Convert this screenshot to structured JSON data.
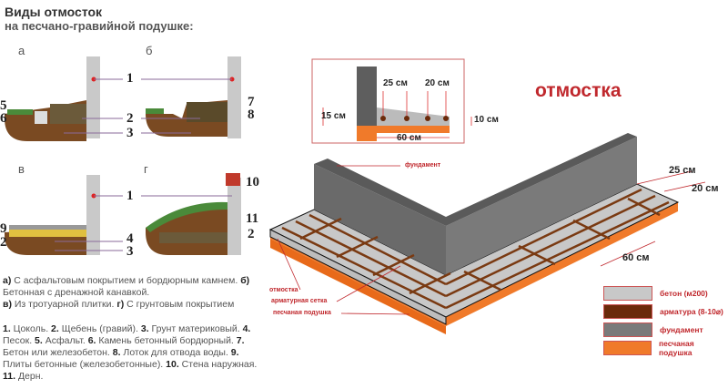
{
  "left": {
    "title_line1": "Виды отмосток",
    "title_line2": "на песчано-гравийной подушке:",
    "panels": {
      "a": "а",
      "b": "б",
      "v": "в",
      "g": "г"
    },
    "callouts": {
      "n1": "1",
      "n2": "2",
      "n3": "3",
      "n4": "4",
      "n5": "5",
      "n6": "6",
      "n7": "7",
      "n8": "8",
      "n9": "9",
      "n10": "10",
      "n11": "11"
    },
    "caption": [
      {
        "k": "а)",
        "t": " С асфальтовым покрытием и бордюрным камнем. "
      },
      {
        "k": "б)",
        "t": " Бетонная с дренажной канавкой."
      },
      {
        "k": "в)",
        "t": " Из тротуарной плитки. "
      },
      {
        "k": "г)",
        "t": " С грунтовым покрытием"
      }
    ],
    "legend": [
      {
        "k": "1.",
        "t": " Цоколь. "
      },
      {
        "k": "2.",
        "t": " Щебень (гравий). "
      },
      {
        "k": "3.",
        "t": " Грунт материковый. "
      },
      {
        "k": "4.",
        "t": " Песок. "
      },
      {
        "k": "5.",
        "t": " Асфальт. "
      },
      {
        "k": "6.",
        "t": " Камень бетонный бордюрный. "
      },
      {
        "k": "7.",
        "t": " Бетон или железобетон. "
      },
      {
        "k": "8.",
        "t": " Лоток для отвода воды. "
      },
      {
        "k": "9.",
        "t": " Плиты бетонные (железобетонные). "
      },
      {
        "k": "10.",
        "t": " Стена наружная. "
      },
      {
        "k": "11.",
        "t": " Дерн."
      }
    ]
  },
  "right": {
    "heading": "отмостка",
    "section": {
      "d25": "25 см",
      "d20": "20 см",
      "d15": "15 см",
      "d10": "10 см",
      "d60": "60 см"
    },
    "iso": {
      "d25": "25 см",
      "d20": "20 см",
      "d60": "60 см",
      "label_foundation": "фундамент",
      "label_otmostka": "отмостка",
      "label_mesh": "арматурная сетка",
      "label_sand": "песчаная подушка"
    },
    "legend": [
      {
        "label": "бетон (м200)",
        "color": "#c8c8c8"
      },
      {
        "label": "арматура (8-10⌀)",
        "color": "#6b2a0a"
      },
      {
        "label": "фундамент",
        "color": "#7a7a7a"
      },
      {
        "label": "песчаная подушка",
        "color": "#f07a2a"
      }
    ]
  }
}
